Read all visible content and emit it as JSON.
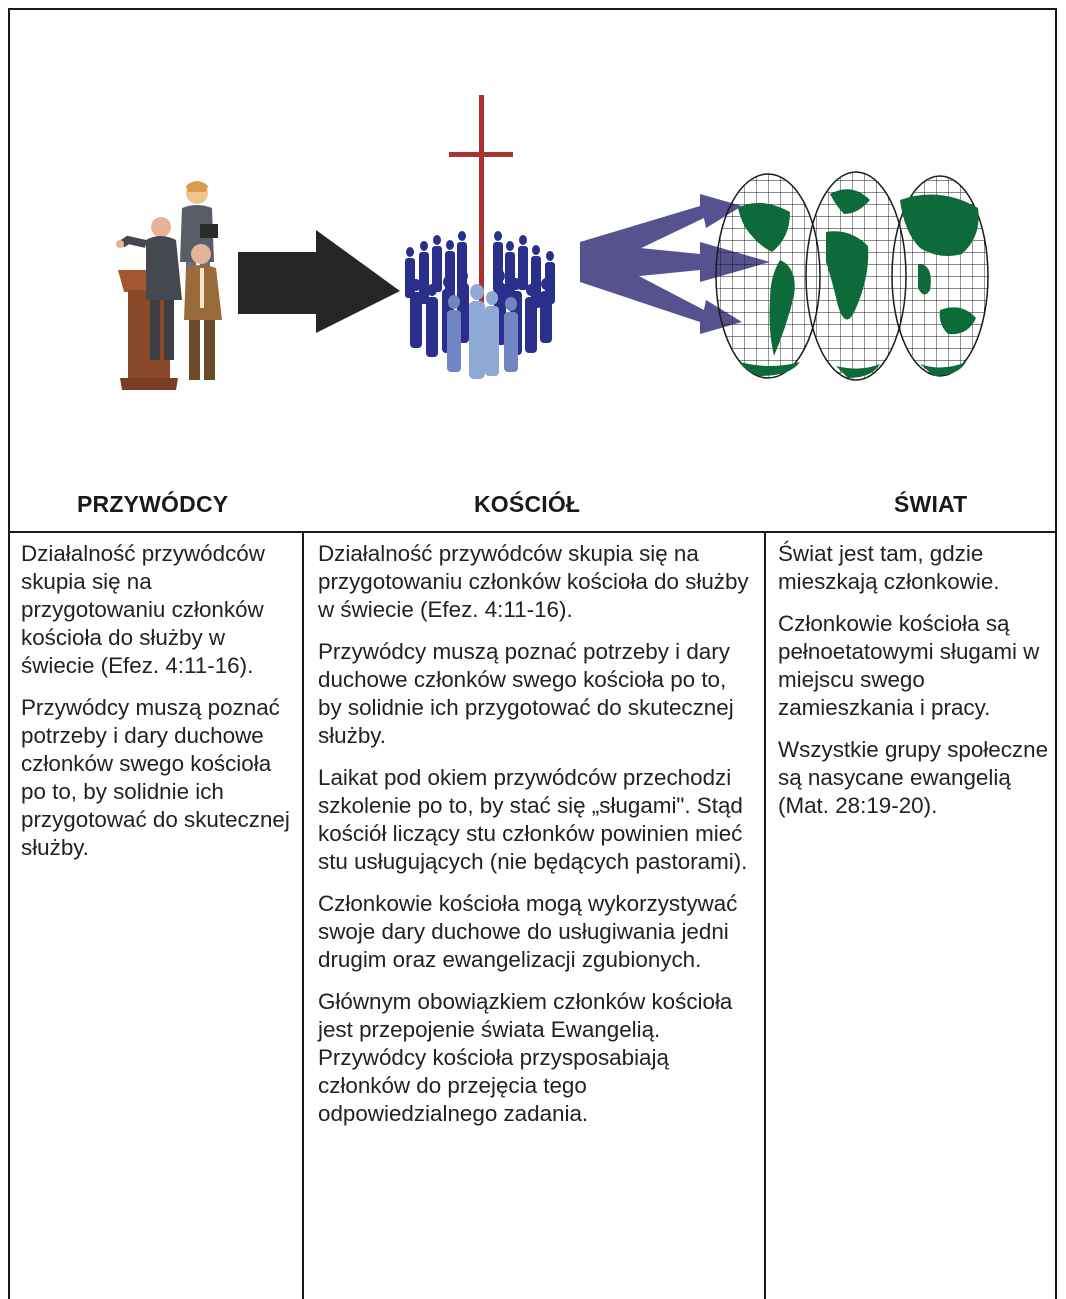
{
  "columns": [
    {
      "heading": "PRZYWÓDCY",
      "paragraphs": [
        "Działalność przywódców skupia się na przygotowaniu członków kościoła do służby w świecie (Efez. 4:11-16).",
        "Przywódcy muszą poznać potrzeby i dary duchowe członków swego kościoła po to, by solidnie ich przygotować do skutecznej służby."
      ]
    },
    {
      "heading": "KOŚCIÓŁ",
      "paragraphs": [
        "Działalność przywódców skupia się na przygotowaniu członków kościoła do służby w świecie (Efez. 4:11-16).",
        "Przywódcy muszą poznać potrzeby i dary duchowe członków swego kościoła po to, by solidnie ich przygotować do skutecznej służby.",
        "Laikat pod okiem przywódców przechodzi szkolenie po to, by stać się „sługami\". Stąd kościół liczący stu członków powinien mieć stu usługujących (nie będących pastorami).",
        "Członkowie kościoła mogą wykorzystywać swoje dary duchowe do usługiwania jedni drugim oraz ewangelizacji zgubionych.",
        "Głównym obowiązkiem członków kościoła jest przepojenie świata Ewangelią. Przywódcy kościoła przysposabiają członków do przejęcia tego odpowiedzialnego zadania."
      ]
    },
    {
      "heading": "ŚWIAT",
      "paragraphs": [
        "Świat jest tam, gdzie mieszkają członkowie.",
        "Członkowie kościoła są pełnoetatowymi sługami w miejscu swego zamieszkania i pracy.",
        "Wszystkie grupy społeczne są nasycane ewangelią (Mat. 28:19-20)."
      ]
    }
  ],
  "colors": {
    "border": "#1a1a1a",
    "arrow_dark": "#262626",
    "arrow_blue": "#55528f",
    "cross": "#a8332f",
    "crowd": "#2a2f8c",
    "crowd_light": "#7f9ccc",
    "land": "#0c6b39",
    "pulpit": "#8a4a2a"
  },
  "icons": [
    "leaders-clipart",
    "right-arrow-icon",
    "church-crowd-clipart",
    "cross-icon",
    "triple-arrow-icon",
    "globe-map-clipart"
  ]
}
